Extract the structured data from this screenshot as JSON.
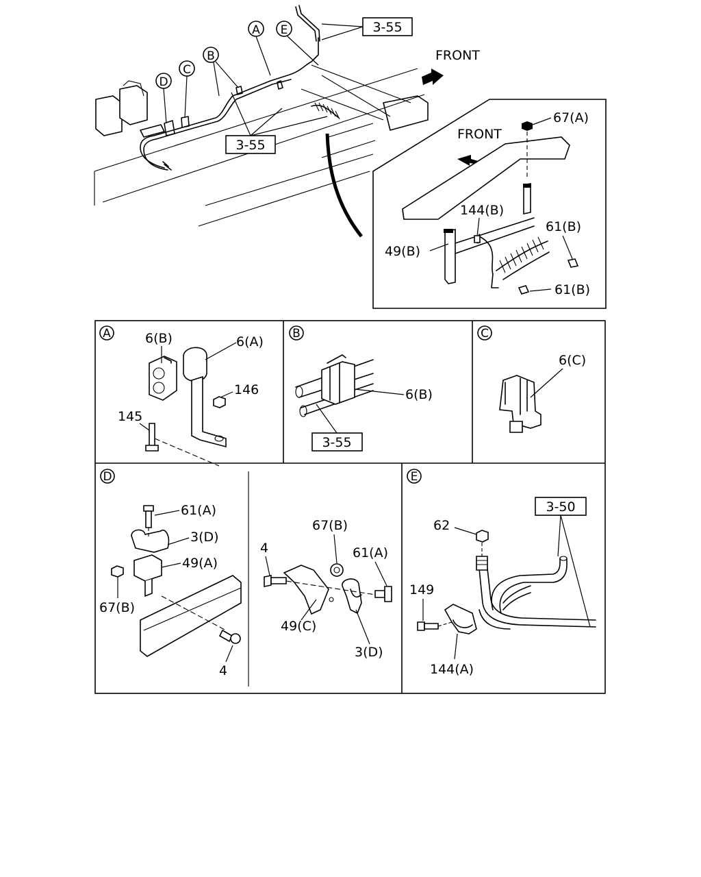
{
  "main": {
    "front_top": "FRONT",
    "ref_3_55_a": "3-55",
    "ref_3_55_b": "3-55",
    "callout_A": "A",
    "callout_B": "B",
    "callout_C": "C",
    "callout_D": "D",
    "callout_E": "E"
  },
  "inset": {
    "front": "FRONT",
    "p67a": "67(A)",
    "p144b": "144(B)",
    "p61b_1": "61(B)",
    "p49b": "49(B)",
    "p61b_2": "61(B)"
  },
  "panelA": {
    "tag": "A",
    "p6b": "6(B)",
    "p6a": "6(A)",
    "p146": "146",
    "p145": "145"
  },
  "panelB": {
    "tag": "B",
    "p6b": "6(B)",
    "ref": "3-55"
  },
  "panelC": {
    "tag": "C",
    "p6c": "6(C)"
  },
  "panelD": {
    "tag": "D",
    "p61a_1": "61(A)",
    "p3d_1": "3(D)",
    "p49a": "49(A)",
    "p67b_1": "67(B)",
    "p4_1": "4",
    "p4_2": "4",
    "p67b_2": "67(B)",
    "p61a_2": "61(A)",
    "p49c": "49(C)",
    "p3d_2": "3(D)"
  },
  "panelE": {
    "tag": "E",
    "ref": "3-50",
    "p62": "62",
    "p149": "149",
    "p144a": "144(A)"
  }
}
